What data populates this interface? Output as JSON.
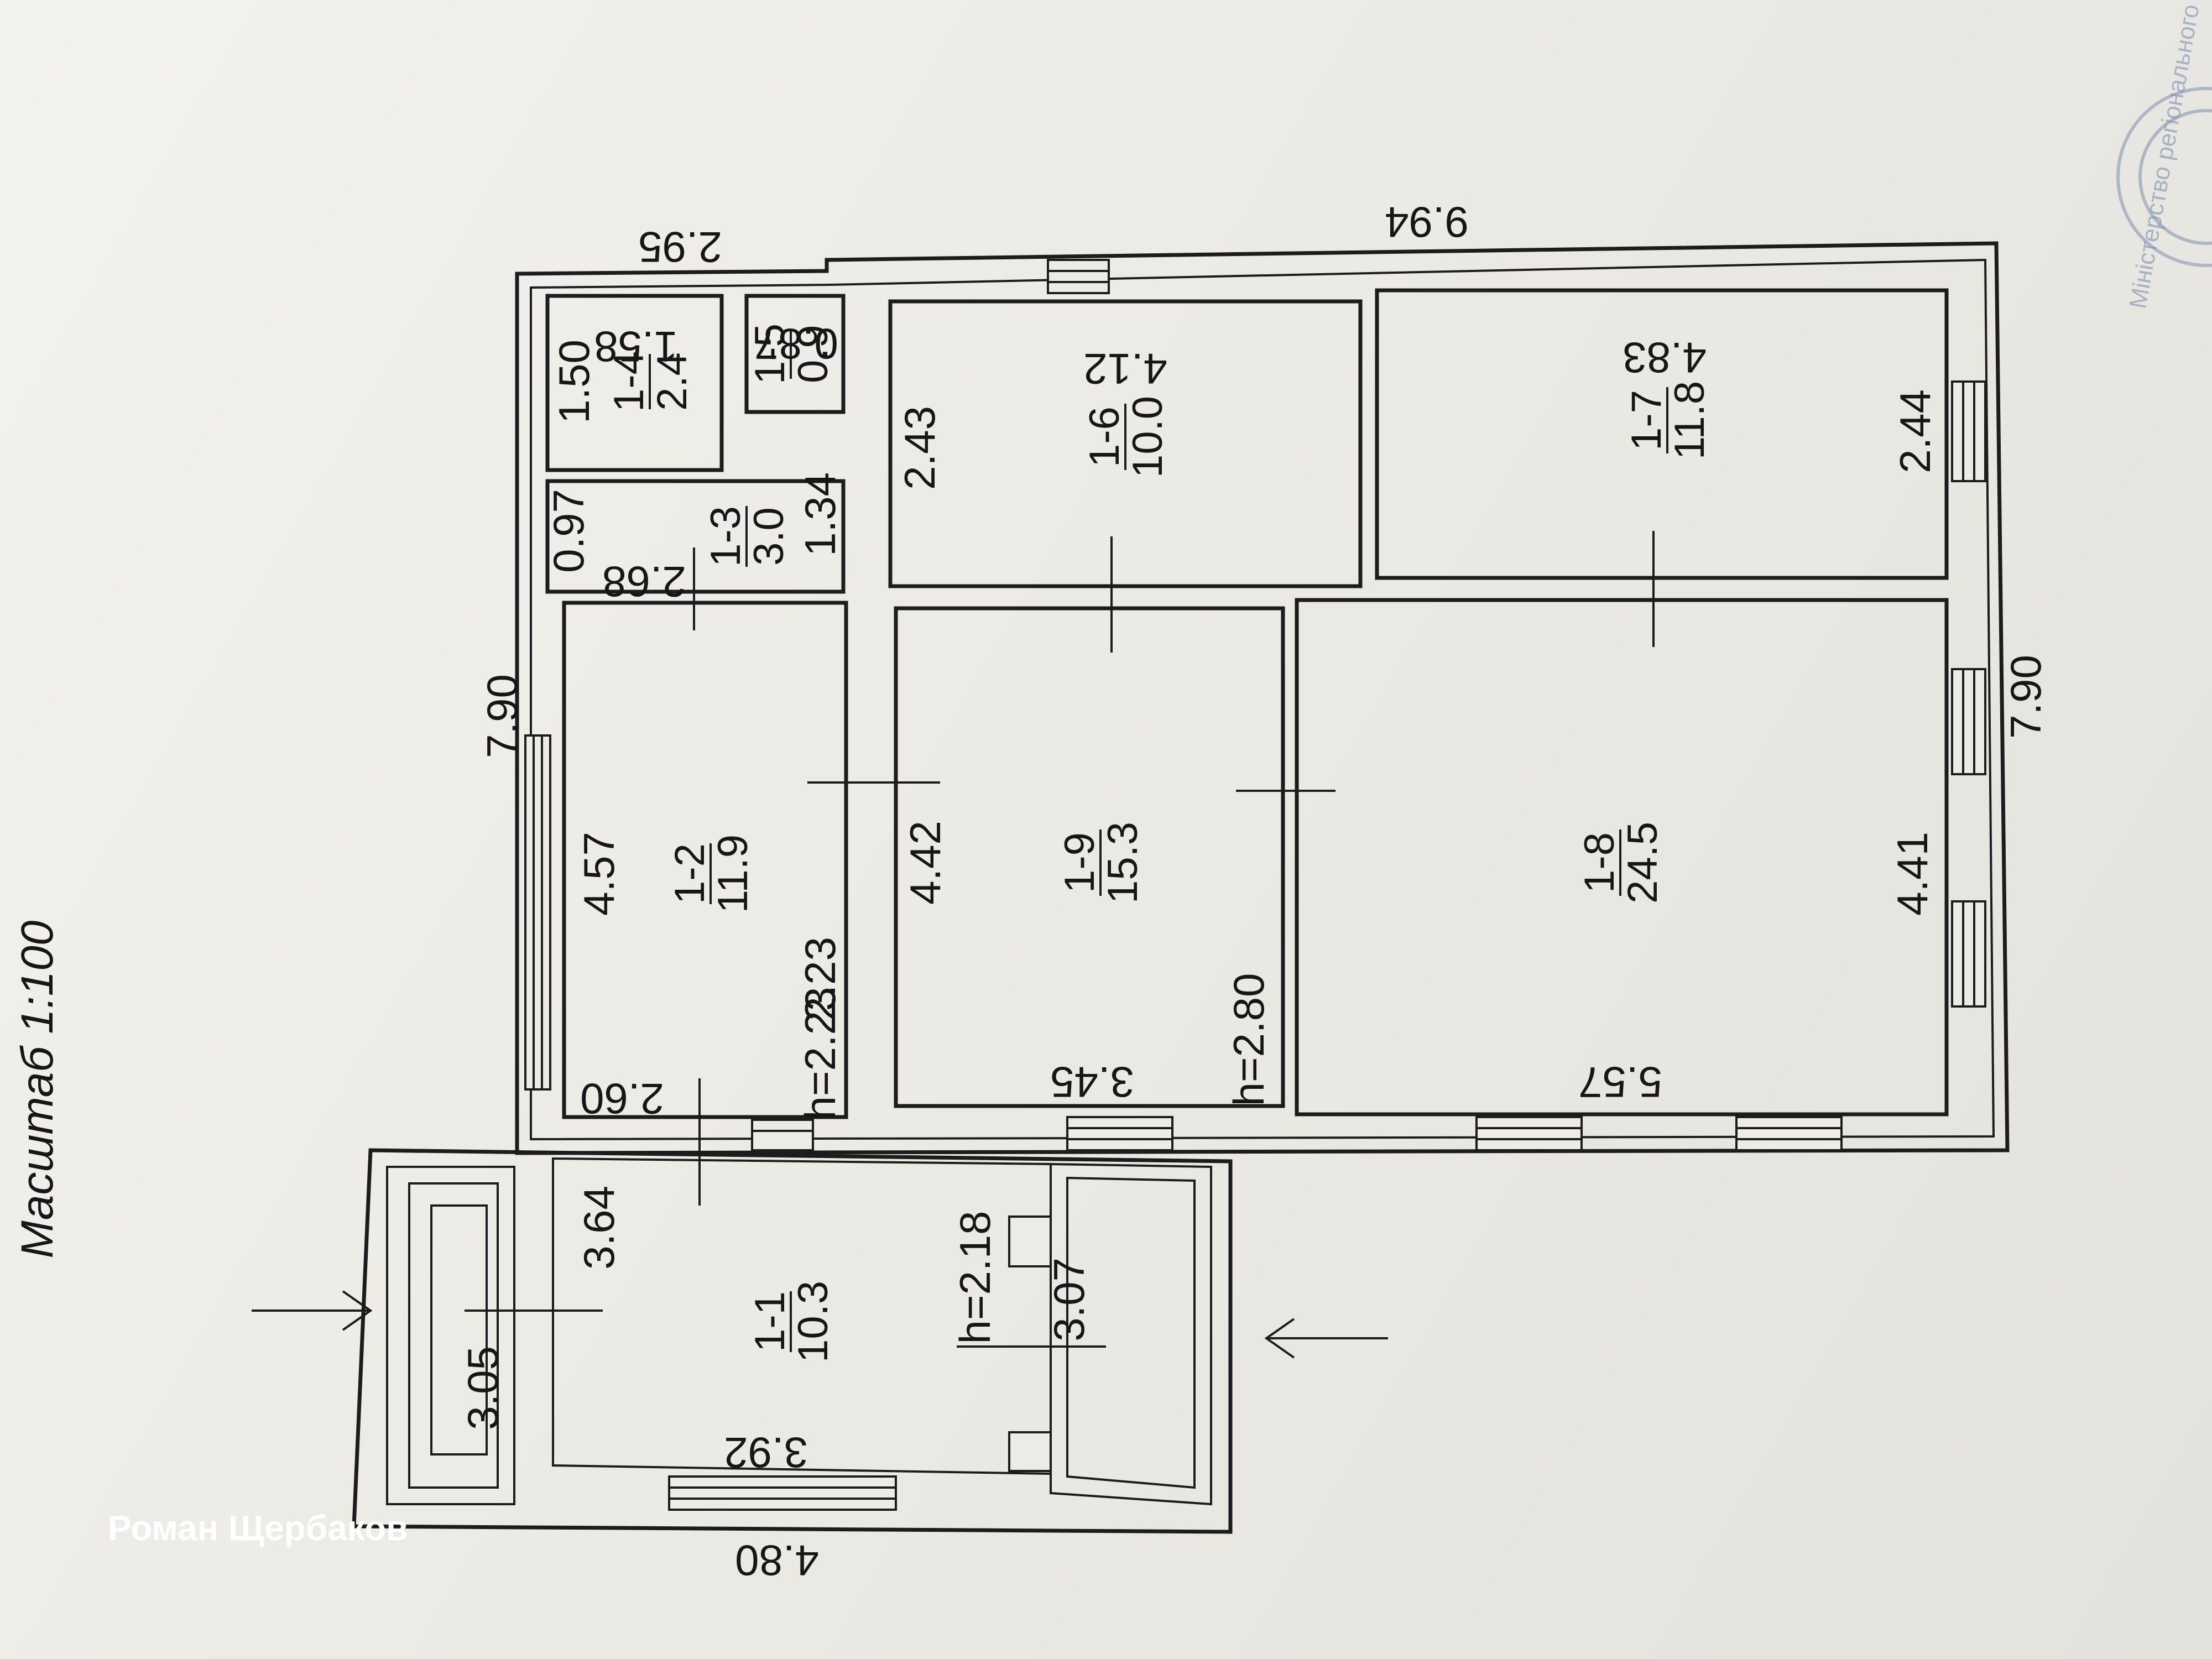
{
  "scale_label": "Масштаб 1:100",
  "author_watermark": "Роман Щербаков",
  "stamp_text": "Міністерство регіонального розвитку, будівництва та ЖКГ України",
  "colors": {
    "ink": "#1c1c1c",
    "paper": "#ecebe6",
    "stamp": "#7f8fb0"
  },
  "rooms": [
    {
      "id": "1-1",
      "area": "10.3",
      "dims": [
        "3.64",
        "3.92",
        "3.07",
        "3.05"
      ],
      "height": "h=2.18"
    },
    {
      "id": "1-2",
      "area": "11.9",
      "dims": [
        "4.57",
        "2.60",
        "2.23"
      ],
      "height": "h=2.23"
    },
    {
      "id": "1-3",
      "area": "3.0",
      "dims": [
        "0.97",
        "2.68",
        "1.34"
      ]
    },
    {
      "id": "1-4",
      "area": "2.4",
      "dims": [
        "1.50",
        "1.58"
      ]
    },
    {
      "id": "1-5",
      "area": "0.9",
      "dims": [
        "0.87"
      ]
    },
    {
      "id": "1-6",
      "area": "10.0",
      "dims": [
        "2.43",
        "4.12"
      ]
    },
    {
      "id": "1-7",
      "area": "11.8",
      "dims": [
        "2.44",
        "4.83"
      ]
    },
    {
      "id": "1-8",
      "area": "24.5",
      "dims": [
        "4.41",
        "5.57"
      ]
    },
    {
      "id": "1-9",
      "area": "15.3",
      "dims": [
        "4.42",
        "3.45"
      ],
      "height": "h=2.80"
    }
  ],
  "overall": {
    "left": "7.90",
    "right": "7.90",
    "top_left": "2.95",
    "top_right": "9.94",
    "bottom": "4.80"
  },
  "heights": {
    "h1": "h=2.23",
    "h2": "h=2.80",
    "h3": "h=2.18"
  }
}
